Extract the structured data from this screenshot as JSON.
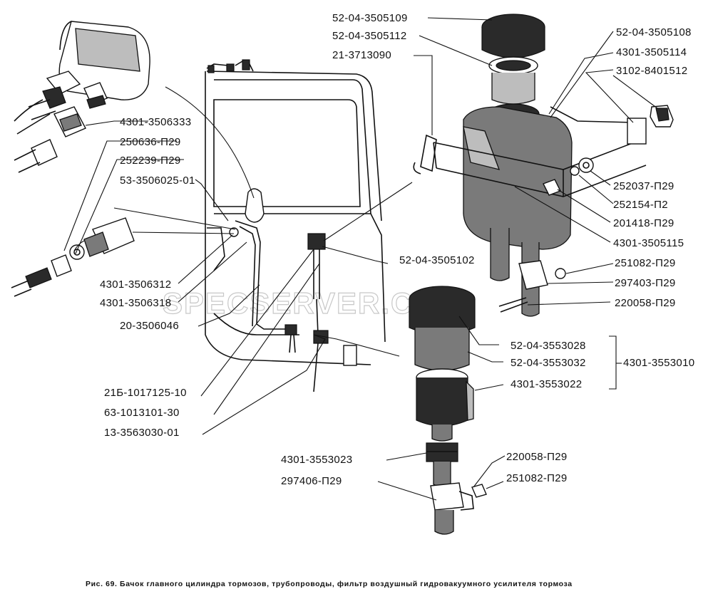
{
  "figure": {
    "caption": "Рис. 69. Бачок главного цилиндра тормозов, трубопроводы, фильтр воздушный гидровакуумного усилителя тормоза",
    "watermark": "SPECSERVER.COM"
  },
  "labels": [
    {
      "id": "l01",
      "text": "52-04-3505109"
    },
    {
      "id": "l02",
      "text": "52-04-3505112"
    },
    {
      "id": "l03",
      "text": "21-3713090"
    },
    {
      "id": "l04",
      "text": "52-04-3505108"
    },
    {
      "id": "l05",
      "text": "4301-3505114"
    },
    {
      "id": "l06",
      "text": "3102-8401512"
    },
    {
      "id": "l07",
      "text": "4301-3506333"
    },
    {
      "id": "l08",
      "text": "250636-П29"
    },
    {
      "id": "l09",
      "text": "252239-П29"
    },
    {
      "id": "l10",
      "text": "53-3506025-01"
    },
    {
      "id": "l11",
      "text": "252037-П29"
    },
    {
      "id": "l12",
      "text": "252154-П2"
    },
    {
      "id": "l13",
      "text": "201418-П29"
    },
    {
      "id": "l14",
      "text": "4301-3505115"
    },
    {
      "id": "l15",
      "text": "52-04-3505102"
    },
    {
      "id": "l16",
      "text": "251082-П29"
    },
    {
      "id": "l17",
      "text": "297403-П29"
    },
    {
      "id": "l18",
      "text": "4301-3506312"
    },
    {
      "id": "l19",
      "text": "4301-3506318"
    },
    {
      "id": "l20",
      "text": "220058-П29"
    },
    {
      "id": "l21",
      "text": "20-3506046"
    },
    {
      "id": "l22",
      "text": "52-04-3553028"
    },
    {
      "id": "l23",
      "text": "52-04-3553032"
    },
    {
      "id": "l24",
      "text": "4301-3553010"
    },
    {
      "id": "l25",
      "text": "4301-3553022"
    },
    {
      "id": "l26",
      "text": "21Б-1017125-10"
    },
    {
      "id": "l27",
      "text": "63-1013101-30"
    },
    {
      "id": "l28",
      "text": "13-3563030-01"
    },
    {
      "id": "l29",
      "text": "4301-3553023"
    },
    {
      "id": "l30",
      "text": "220058-П29"
    },
    {
      "id": "l31",
      "text": "297406-П29"
    },
    {
      "id": "l32",
      "text": "251082-П29"
    }
  ]
}
